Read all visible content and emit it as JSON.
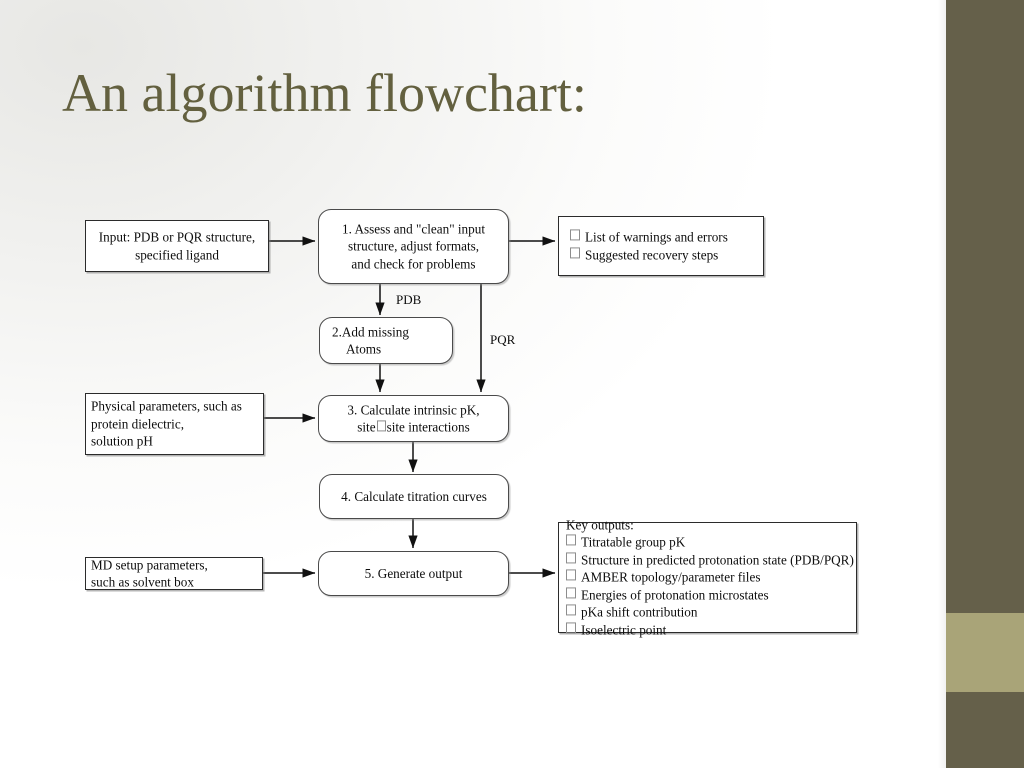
{
  "slide": {
    "title": "An algorithm flowchart:",
    "title_color": "#63603f",
    "background_color": "#ffffff",
    "sidebar": {
      "color": "#65604a",
      "band_color": "#a9a478"
    }
  },
  "flowchart": {
    "nodes": {
      "input": {
        "name": "input-structure-box",
        "lines": [
          "Input: PDB or PQR structure,",
          "specified ligand"
        ]
      },
      "step1": {
        "name": "step-1-assess-clean",
        "lines": [
          "1. Assess and \"clean\" input",
          "structure, adjust formats,",
          "and check for problems"
        ]
      },
      "warnings": {
        "name": "warnings-errors-box",
        "items": [
          "List of warnings and errors",
          "Suggested recovery steps"
        ]
      },
      "step2": {
        "name": "step-2-add-missing-atoms",
        "lines": [
          "2.Add missing",
          "Atoms"
        ]
      },
      "physical": {
        "name": "physical-parameters-box",
        "lines": [
          "Physical parameters, such as",
          "protein dielectric,",
          "solution pH"
        ]
      },
      "step3": {
        "name": "step-3-calculate-intrinsic-pk",
        "line1": "3. Calculate intrinsic pK,",
        "line2_before": "site",
        "line2_after": "site interactions"
      },
      "step4": {
        "name": "step-4-calculate-titration-curves",
        "lines": [
          "4. Calculate titration curves"
        ]
      },
      "mdsetup": {
        "name": "md-setup-parameters-box",
        "lines": [
          "MD setup parameters,",
          "such as solvent box"
        ]
      },
      "step5": {
        "name": "step-5-generate-output",
        "lines": [
          "5. Generate output"
        ]
      },
      "keyoutputs": {
        "name": "key-outputs-box",
        "heading": "Key outputs:",
        "items": [
          "Titratable group pK",
          "Structure in predicted protonation state (PDB/PQR)",
          "AMBER topology/parameter files",
          "Energies of protonation microstates",
          "pKa shift contribution",
          "Isoelectric point"
        ]
      }
    },
    "edge_labels": {
      "pdb": "PDB",
      "pqr": "PQR"
    }
  }
}
